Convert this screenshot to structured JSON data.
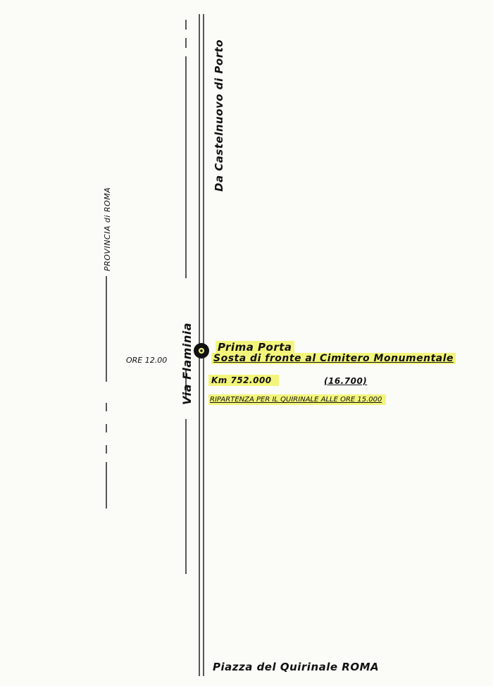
{
  "provincia_label": "PROVINCIA di ROMA",
  "road_label": "Via Flaminia",
  "origin_label": "Da Castelnuovo di Porto",
  "stop": {
    "time": "ORE 12.00",
    "title": "Prima Porta",
    "subtitle": "Sosta di fronte al Cimitero Monumentale",
    "km": "Km 752.000",
    "partial": "(16.700)",
    "departure": "RIPARTENZA PER IL QUIRINALE ALLE ORE 15.000"
  },
  "destination": "Piazza del Quirinale ROMA",
  "colors": {
    "highlight": "#f3f57a",
    "ink": "#111111",
    "paper": "#fbfbf8"
  }
}
